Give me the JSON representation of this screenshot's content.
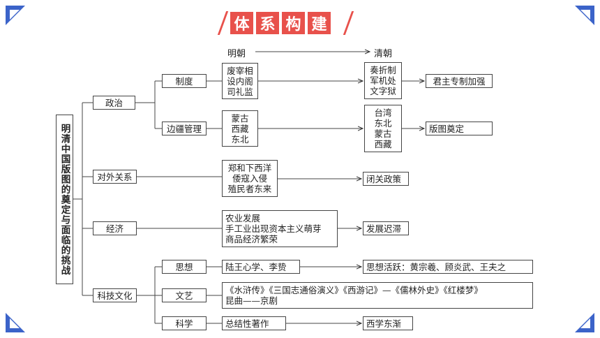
{
  "title": [
    "体",
    "系",
    "构",
    "建"
  ],
  "colors": {
    "accent": "#e8514b",
    "corner": "#3b63c9"
  },
  "timeline": {
    "from": "明朝",
    "to": "清朝"
  },
  "root": "明清中国版图的奠定与面临的挑战",
  "branches": {
    "politics": "政治",
    "foreign": "对外关系",
    "economy": "经济",
    "culture": "科技文化"
  },
  "sub": {
    "system": "制度",
    "border": "边疆管理",
    "thought": "思想",
    "arts": "文艺",
    "science": "科学"
  },
  "ming": {
    "system": "废宰相\n设内阁\n司礼监",
    "border": "蒙古\n西藏\n东北",
    "foreign": "郑和下西洋\n倭寇入侵\n殖民者东来",
    "economy": "农业发展\n手工业出现资本主义萌芽\n商品经济繁荣",
    "thought": "陆王心学、李贽",
    "arts": "《水浒传》《三国志通俗演义》《西游记》—《儒林外史》《红楼梦》\n昆曲——京剧",
    "science": "总结性著作"
  },
  "qing": {
    "system": "奏折制\n军机处\n文字狱",
    "border": "台湾\n东北\n蒙古\n西藏"
  },
  "results": {
    "system": "君主专制加强",
    "border": "版图奠定",
    "foreign": "闭关政策",
    "economy": "发展迟滞",
    "thought": "思想活跃：黄宗羲、顾炎武、王夫之",
    "science": "西学东渐"
  }
}
